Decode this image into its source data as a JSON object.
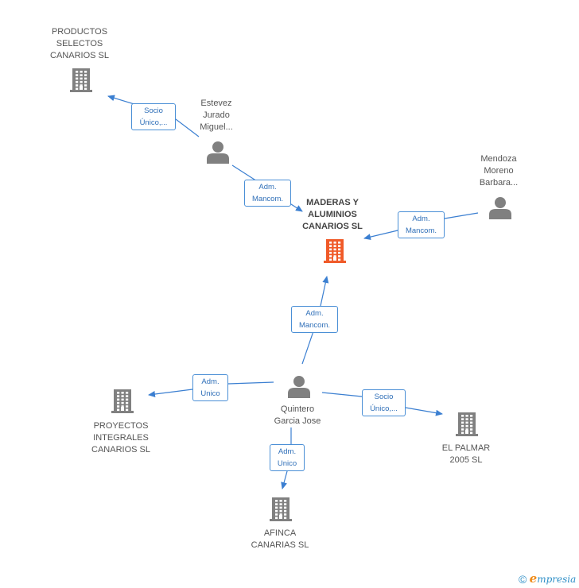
{
  "colors": {
    "edge": "#3b7fd1",
    "icon_gray": "#808080",
    "icon_main": "#f05a28",
    "label_border": "#4a8fd6",
    "label_text": "#2f6fb8"
  },
  "nodes": {
    "maderas": {
      "lines": [
        "MADERAS Y",
        "ALUMINIOS",
        "CANARIOS SL"
      ],
      "icon": "building-icon"
    },
    "productos": {
      "lines": [
        "PRODUCTOS",
        "SELECTOS",
        "CANARIOS SL"
      ],
      "icon": "building-icon"
    },
    "estevez": {
      "lines": [
        "Estevez",
        "Jurado",
        "Miguel..."
      ],
      "icon": "person-icon"
    },
    "mendoza": {
      "lines": [
        "Mendoza",
        "Moreno",
        "Barbara..."
      ],
      "icon": "person-icon"
    },
    "quintero": {
      "lines": [
        "Quintero",
        "Garcia Jose"
      ],
      "icon": "person-icon"
    },
    "proyectos": {
      "lines": [
        "PROYECTOS",
        "INTEGRALES",
        "CANARIOS SL"
      ],
      "icon": "building-icon"
    },
    "el_palmar": {
      "lines": [
        "EL PALMAR",
        "2005 SL"
      ],
      "icon": "building-icon"
    },
    "afinca": {
      "lines": [
        "AFINCA",
        "CANARIAS SL"
      ],
      "icon": "building-icon"
    }
  },
  "edges": {
    "estevez_productos": [
      "Socio",
      "Único,..."
    ],
    "estevez_maderas": [
      "Adm.",
      "Mancom."
    ],
    "mendoza_maderas": [
      "Adm.",
      "Mancom."
    ],
    "quintero_maderas": [
      "Adm.",
      "Mancom."
    ],
    "quintero_proyectos": [
      "Adm.",
      "Unico"
    ],
    "quintero_el_palmar": [
      "Socio",
      "Único,..."
    ],
    "quintero_afinca": [
      "Adm.",
      "Unico"
    ]
  },
  "footer": {
    "copyright": "©",
    "brand_first": "e",
    "brand_rest": "mpresia"
  }
}
